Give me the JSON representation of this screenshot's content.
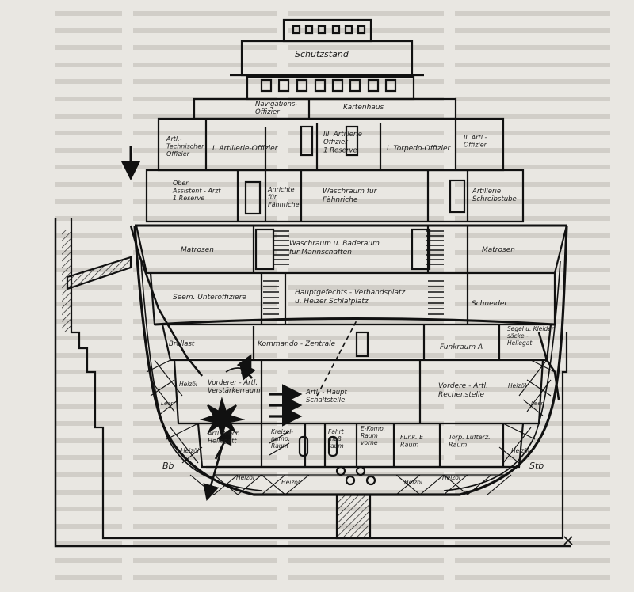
{
  "labels": {
    "schutzstand": "Schutzstand",
    "navigations": "Navigations-\nOffizier",
    "kartenhaus": "Kartenhaus",
    "art_techn": "Artl.-\nTechnischer\nOffizier",
    "art1": "I. Artillerie-Offizier",
    "art3": "III. Artillerie\nOffizier\n1 Reserve",
    "torpedo": "I. Torpedo-Offizier",
    "art2": "II. Artl.-\nOffizier",
    "ober_assistent": "Ober\nAssistent - Arzt\n1 Reserve",
    "anrichte": "Anrichte\nfür\nFähnriche",
    "waschraum_faehnr": "Waschraum für\nFähnriche",
    "artl_schreib": "Artillerie\nSchreibstube",
    "matrosen_l": "Matrosen",
    "waschraum_mannsch": "Waschraum u. Baderaum\nfür Mannschaften",
    "matrosen_r": "Matrosen",
    "seem_unteroff": "Seem. Unteroffiziere",
    "hauptgefechts": "Hauptgefechts - Verbandsplatz\nu. Heizer Schlafplatz",
    "schneider": "Schneider",
    "brolast": "Brollast",
    "kommando_zentrale": "Kommando - Zentrale",
    "funkraum_a": "Funkraum A",
    "segel_kleider": "Segel u. Kleider\nsäcke -\nHellegat",
    "heizol_1": "Heizöl",
    "heizol_2": "Heizöl",
    "vorderer_artl": "Vorderer - Artl.\nVerstärkerraum",
    "artl_haupt": "Artl. - Haupt\nSchaltstelle",
    "vordere_artl_rech": "Vordere - Artl.\nRechenstelle",
    "leer_l": "Leer",
    "leer_r": "Leer",
    "artl_mech": "Artl. Mech.\nHellegatt",
    "kreiselpump": "Kreisel-\npump.\nRaum",
    "fahrtmess": "Fahrt\nmeß\nraum",
    "e_komp": "E-Komp.\nRaum\nvorne",
    "funk_e": "Funk. E\nRaum",
    "torp_lufterz": "Torp. Lufterz.\nRaum",
    "heizol_3": "Heizöl",
    "heizol_4": "Heizöl",
    "heizol_5": "Heizöl",
    "heizol_6": "Heizöl",
    "heizol_7": "Heizöl",
    "heizol_8": "Heizöl",
    "bb": "Bb",
    "stb": "Stb"
  }
}
